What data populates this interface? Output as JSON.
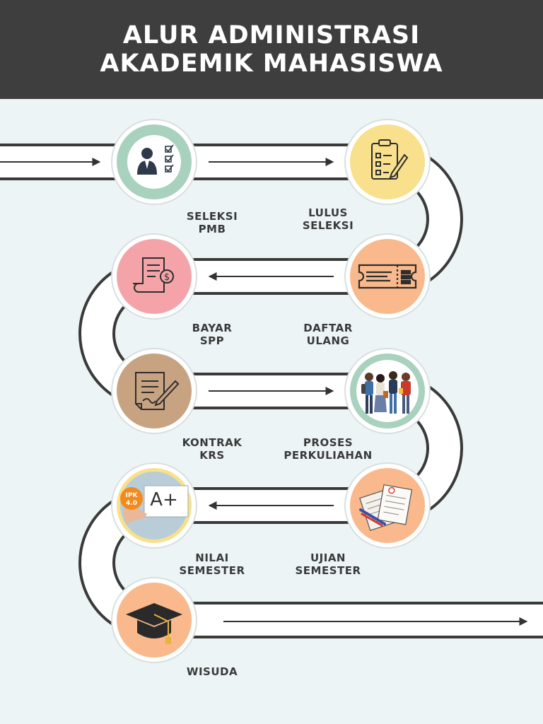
{
  "title": {
    "line1": "ALUR ADMINISTRASI",
    "line2": "AKADEMIK MAHASISWA"
  },
  "colors": {
    "header": "#3e3e3e",
    "background": "#ecf4f5",
    "road_edge": "#3a3a3a",
    "road_fill": "#ffffff",
    "circle_green": "#a8d1be",
    "circle_yellow": "#f8e08c",
    "circle_orange": "#f9b98c",
    "circle_pink": "#f4a4a8",
    "circle_tan": "#c8a382"
  },
  "steps": [
    {
      "id": "seleksi-pmb",
      "line1": "SELEKSI",
      "line2": "PMB",
      "icon": "candidate-checklist-icon",
      "color": "#a8d1be"
    },
    {
      "id": "lulus-seleksi",
      "line1": "LULUS",
      "line2": "SELEKSI",
      "icon": "clipboard-checklist-icon",
      "color": "#f8e08c"
    },
    {
      "id": "daftar-ulang",
      "line1": "DAFTAR",
      "line2": "ULANG",
      "icon": "ticket-icon",
      "color": "#f9b98c"
    },
    {
      "id": "bayar-spp",
      "line1": "BAYAR",
      "line2": "SPP",
      "icon": "invoice-payment-icon",
      "color": "#f4a4a8"
    },
    {
      "id": "kontrak-krs",
      "line1": "KONTRAK",
      "line2": "KRS",
      "icon": "document-sign-icon",
      "color": "#c8a382"
    },
    {
      "id": "proses-perkuliahan",
      "line1": "PROSES",
      "line2": "PERKULIAHAN",
      "icon": "students-group-icon",
      "color": "#a8d1be"
    },
    {
      "id": "ujian-semester",
      "line1": "UJIAN",
      "line2": "SEMESTER",
      "icon": "exam-papers-icon",
      "color": "#f9b98c"
    },
    {
      "id": "nilai-semester",
      "line1": "NILAI",
      "line2": "SEMESTER",
      "icon": "grade-card-icon",
      "color": "#f8e08c"
    },
    {
      "id": "wisuda",
      "line1": "WISUDA",
      "line2": "",
      "icon": "graduation-cap-icon",
      "color": "#f9b98c"
    }
  ],
  "grade_card": {
    "grade": "A+",
    "badge_line1": "IPK",
    "badge_line2": "4.0"
  }
}
